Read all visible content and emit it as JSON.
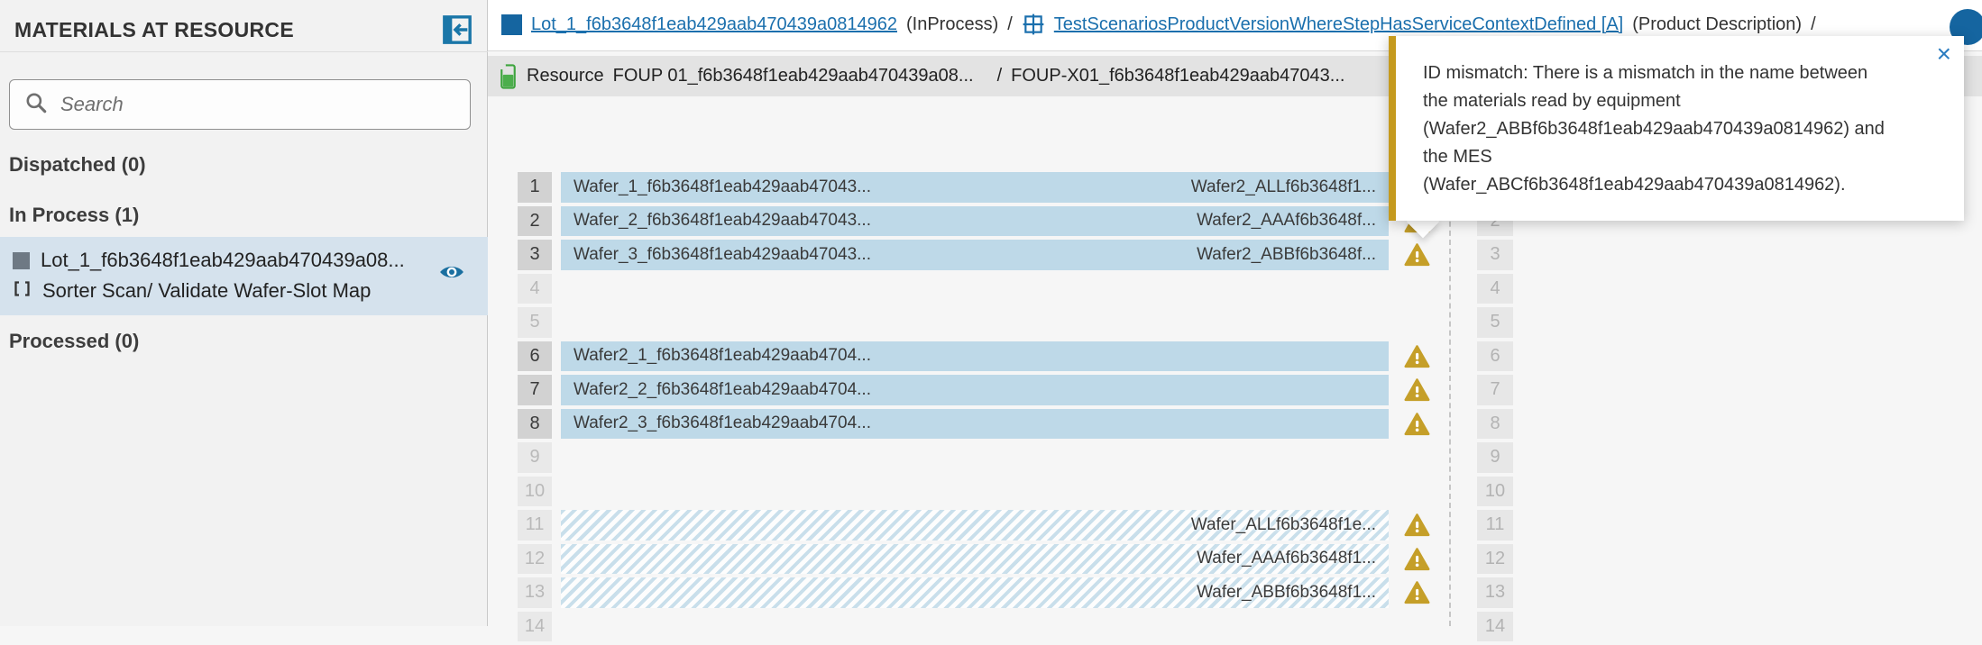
{
  "sidebar": {
    "title": "MATERIALS AT RESOURCE",
    "search_placeholder": "Search",
    "sections": {
      "dispatched": "Dispatched (0)",
      "in_process": "In Process (1)",
      "processed": "Processed (0)"
    },
    "selected_lot": {
      "name": "Lot_1_f6b3648f1eab429aab470439a08...",
      "step": "Sorter Scan/ Validate Wafer-Slot Map"
    }
  },
  "breadcrumb": {
    "lot_link": "Lot_1_f6b3648f1eab429aab470439a0814962",
    "lot_state": "(InProcess)",
    "separator1": "/",
    "product_link": "TestScenariosProductVersionWhereStepHasServiceContextDefined [A]",
    "product_note": "(Product Description)",
    "separator2": "/"
  },
  "resource_bar": {
    "label": "Resource",
    "carrier_equipment": "FOUP 01_f6b3648f1eab429aab470439a08...",
    "separator": "/",
    "carrier_mes": "FOUP-X01_f6b3648f1eab429aab47043..."
  },
  "tooltip": {
    "message": "ID mismatch: There is a mismatch in the name between\nthe materials read by equipment\n(Wafer2_ABBf6b3648f1eab429aab470439a0814962) and\nthe MES\n(Wafer_ABCf6b3648f1eab429aab470439a0814962).",
    "close_label": "×"
  },
  "slot_map": {
    "rows": [
      {
        "slot": 1,
        "left": "Wafer_1_f6b3648f1eab429aab47043...",
        "right": "Wafer2_ALLf6b3648f1...",
        "style": "solid",
        "warning": true,
        "active": true
      },
      {
        "slot": 2,
        "left": "Wafer_2_f6b3648f1eab429aab47043...",
        "right": "Wafer2_AAAf6b3648f...",
        "style": "solid",
        "warning": true,
        "active": true
      },
      {
        "slot": 3,
        "left": "Wafer_3_f6b3648f1eab429aab47043...",
        "right": "Wafer2_ABBf6b3648f...",
        "style": "solid",
        "warning": true,
        "active": true
      },
      {
        "slot": 4,
        "left": "",
        "right": "",
        "style": "none",
        "warning": false,
        "active": false
      },
      {
        "slot": 5,
        "left": "",
        "right": "",
        "style": "none",
        "warning": false,
        "active": false
      },
      {
        "slot": 6,
        "left": "Wafer2_1_f6b3648f1eab429aab4704...",
        "right": "",
        "style": "solid",
        "warning": true,
        "active": true
      },
      {
        "slot": 7,
        "left": "Wafer2_2_f6b3648f1eab429aab4704...",
        "right": "",
        "style": "solid",
        "warning": true,
        "active": true
      },
      {
        "slot": 8,
        "left": "Wafer2_3_f6b3648f1eab429aab4704...",
        "right": "",
        "style": "solid",
        "warning": true,
        "active": true
      },
      {
        "slot": 9,
        "left": "",
        "right": "",
        "style": "none",
        "warning": false,
        "active": false
      },
      {
        "slot": 10,
        "left": "",
        "right": "",
        "style": "none",
        "warning": false,
        "active": false
      },
      {
        "slot": 11,
        "left": "",
        "right": "Wafer_ALLf6b3648f1e...",
        "style": "hatched",
        "warning": true,
        "active": false
      },
      {
        "slot": 12,
        "left": "",
        "right": "Wafer_AAAf6b3648f1...",
        "style": "hatched",
        "warning": true,
        "active": false
      },
      {
        "slot": 13,
        "left": "",
        "right": "Wafer_ABBf6b3648f1...",
        "style": "hatched",
        "warning": true,
        "active": false
      },
      {
        "slot": 14,
        "left": "",
        "right": "",
        "style": "none",
        "warning": false,
        "active": false
      }
    ]
  },
  "colors": {
    "accent_blue": "#1a6fad",
    "selected_row": "#d5e2ed",
    "slot_bar_blue": "#bed9e8",
    "warning_gold": "#c59f29",
    "tooltip_border_gold": "#c59a1e",
    "resource_green": "#4cae4c"
  }
}
